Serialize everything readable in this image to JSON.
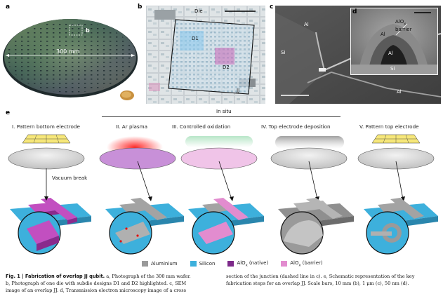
{
  "panels": {
    "a": {
      "label": "a",
      "sub_label": "b",
      "measure": "300 mm"
    },
    "b": {
      "label": "b",
      "die": "Die",
      "d1": "D1",
      "d2": "D2",
      "jj": "JJ"
    },
    "c": {
      "label": "c",
      "al_top": "Al",
      "si": "Si",
      "al_bottom": "Al"
    },
    "d": {
      "label": "d",
      "al1": "Al",
      "al2": "Al",
      "alox_main": "AlO",
      "alox_sub": "x",
      "barrier": "barrier",
      "si": "Si"
    }
  },
  "panel_e": {
    "label": "e",
    "in_situ": "In situ",
    "vacuum_break": "Vacuum break",
    "steps": [
      "I. Pattern bottom electrode",
      "II. Ar plasma",
      "III. Controlled oxidation",
      "IV. Top electrode deposition",
      "V. Pattern top electrode"
    ]
  },
  "legend": {
    "aluminium": "Aluminium",
    "silicon": "Silicon",
    "alox_native_a": "AlO",
    "alox_native_sub": "x",
    "alox_native_b": " (native)",
    "alox_barrier_a": "AlO",
    "alox_barrier_sub": "x",
    "alox_barrier_b": " (barrier)"
  },
  "colors": {
    "aluminium": "#9a9a9a",
    "silicon": "#3db0dc",
    "alox_native": "#7d2a8a",
    "alox_barrier": "#e28ccf"
  },
  "caption": {
    "fig": "Fig. 1 | ",
    "title": "Fabrication of overlap JJ qubit.",
    "left_1": " a, Photograph of the 300 mm wafer.",
    "left_2": "b, Photograph of one die with subdie designs D1 and D2 highlighted. c, SEM",
    "left_3": "image of an overlap JJ. d, Transmission electron microscopy image of a cross",
    "right_1": "section of the junction (dashed line in c). e, Schematic representation of the key",
    "right_2": "fabrication steps for an overlap JJ. Scale bars, 10 mm (b), 1 μm (c), 50 nm (d)."
  }
}
